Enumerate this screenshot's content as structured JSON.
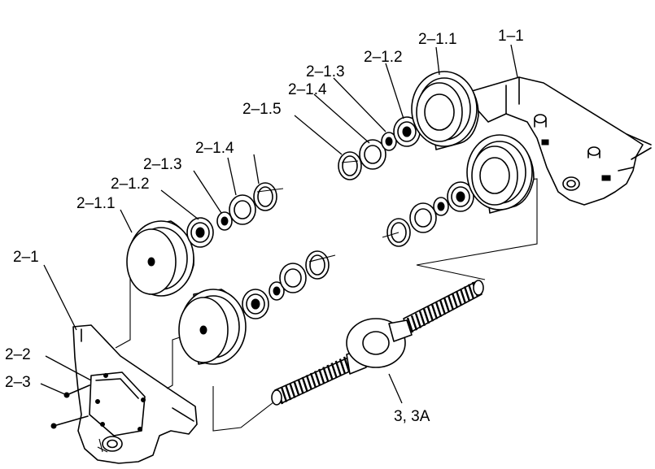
{
  "labels": {
    "l_1_1": "1–1",
    "l_2_1_1_top": "2–1.1",
    "l_2_1_2_top": "2–1.2",
    "l_2_1_3_top": "2–1.3",
    "l_2_1_4_top": "2–1.4",
    "l_2_1_5": "2–1.5",
    "l_2_1_4_left": "2–1.4",
    "l_2_1_3_left": "2–1.3",
    "l_2_1_2_left": "2–1.2",
    "l_2_1_1_left": "2–1.1",
    "l_2_1": "2–1",
    "l_2_2": "2–2",
    "l_2_3": "2–3",
    "l_3_3a": "3, 3A"
  }
}
